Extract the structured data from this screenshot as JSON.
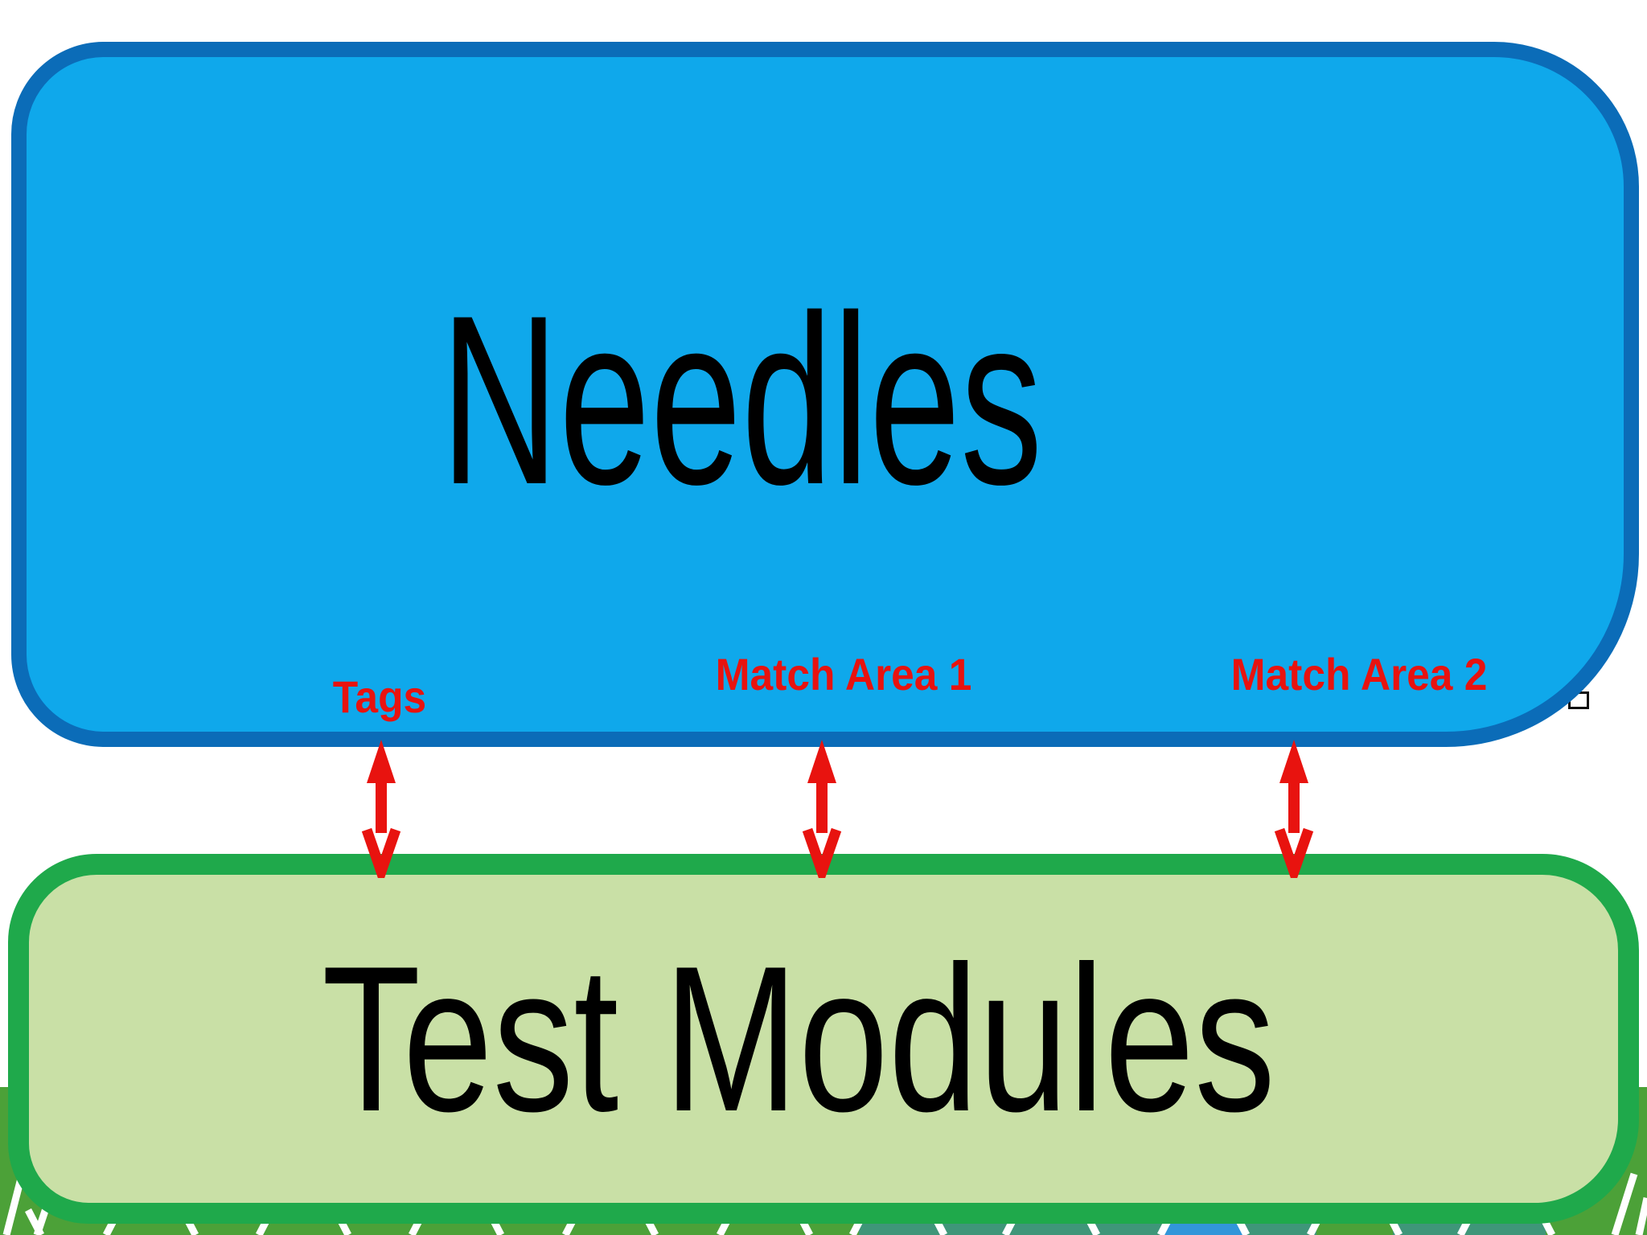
{
  "colors": {
    "canvas-bg": "#FFFFFF",
    "blue-fill": "#0FA8EB",
    "blue-border": "#0B6CB8",
    "green-fill": "#C9E0A6",
    "green-border": "#1FA94B",
    "red": "#E8130F",
    "text": "#000000",
    "pattern-green": "#4CA138",
    "pattern-teal": "#3F9679",
    "pattern-blue": "#3296D9",
    "pattern-seam": "#FFFFFF"
  },
  "diagram": {
    "needles_box": {
      "label": "Needles"
    },
    "test_modules_box": {
      "label": "Test Modules"
    },
    "connector_labels": {
      "tags": "Tags",
      "match_area_1": "Match Area 1",
      "match_area_2": "Match Area 2"
    }
  }
}
